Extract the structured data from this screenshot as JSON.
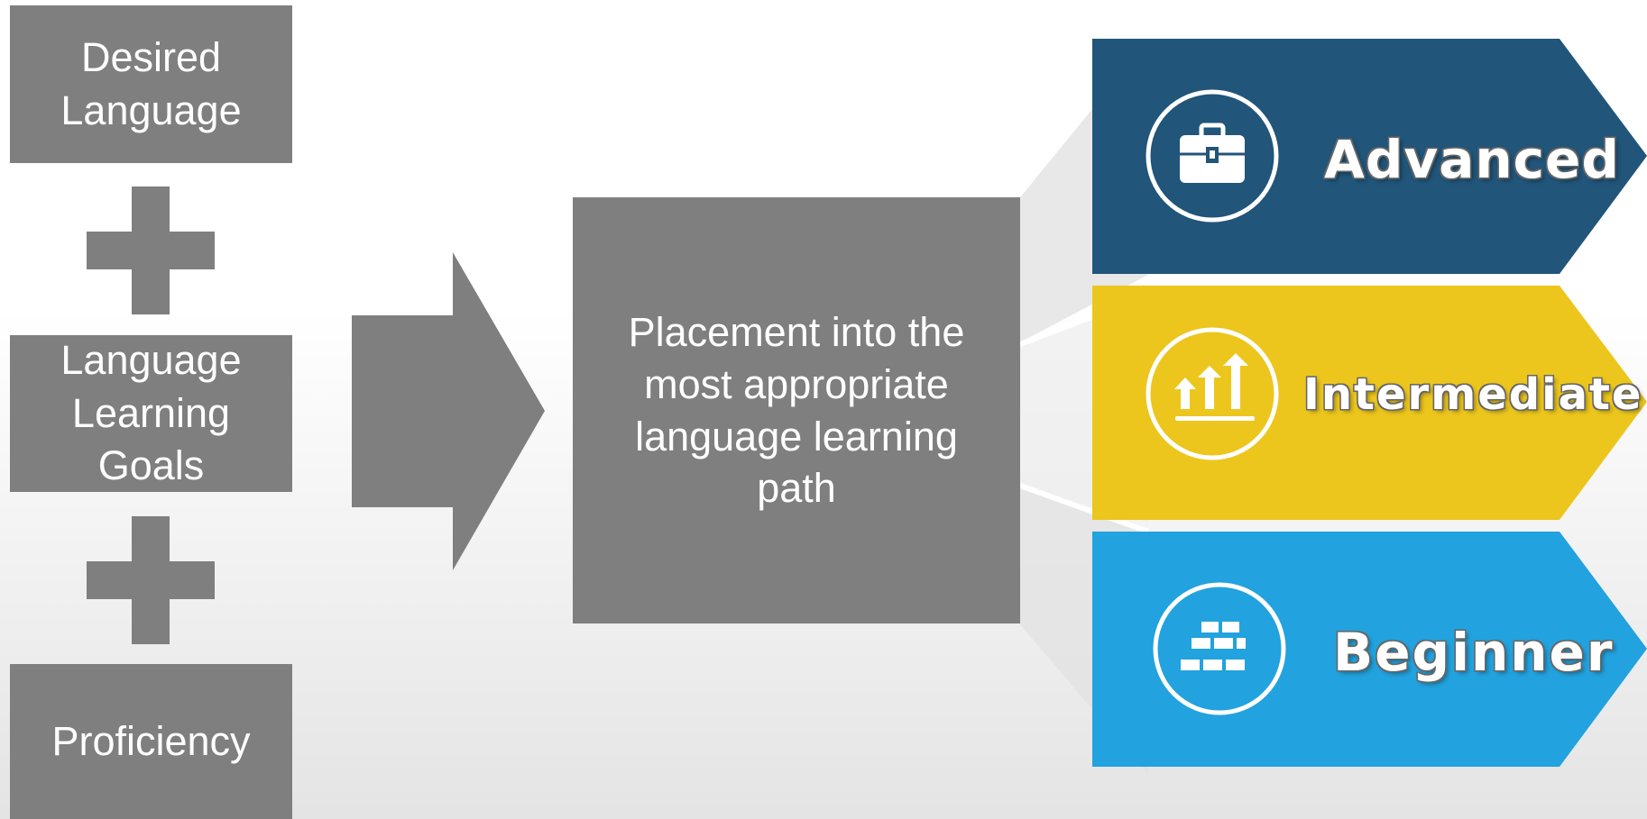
{
  "inputs": [
    {
      "label": "Desired\nLanguage"
    },
    {
      "label": "Language\nLearning\nGoals"
    },
    {
      "label": "Proficiency"
    }
  ],
  "placement": {
    "label": "Placement into the\nmost appropriate\nlanguage learning\npath"
  },
  "levels": [
    {
      "label": "Advanced",
      "color": "#215579",
      "icon": "briefcase-icon"
    },
    {
      "label": "Intermediate",
      "color": "#ecc61d",
      "icon": "rising-arrows-icon"
    },
    {
      "label": "Beginner",
      "color": "#22a2de",
      "icon": "bricks-icon"
    }
  ],
  "colors": {
    "box": "#7f7f7f"
  }
}
